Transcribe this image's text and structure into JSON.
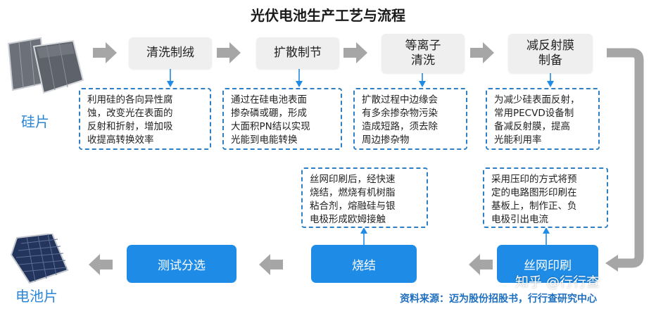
{
  "title": "光伏电池生产工艺与流程",
  "inputs": {
    "wafer_label": "硅片",
    "cell_label": "电池片"
  },
  "steps": {
    "texturing": "清洗制绒",
    "diffusion": "扩散制节",
    "plasma_line1": "等离子",
    "plasma_line2": "清洗",
    "coating_line1": "减反射膜",
    "coating_line2": "制备",
    "screen_print": "丝网印刷",
    "sintering": "烧结",
    "testing": "测试分选"
  },
  "notes": {
    "texturing": [
      "利用硅的各向异性腐",
      "蚀，改变光在表面的",
      "反射和折射，增加吸",
      "收提高转换效率"
    ],
    "diffusion": [
      "通过在硅电池表面",
      "掺杂磷或硼，形成",
      "大面积PN结以实现",
      "光能到电能转换"
    ],
    "plasma": [
      "扩散过程中边缘会",
      "有多余掺杂物污染",
      "造成短路，须去除",
      "周边掺杂物"
    ],
    "coating": [
      "为减少硅表面反射，",
      "常用PECVD设备制",
      "备减反射膜，提高",
      "光能利用率"
    ],
    "sintering": [
      "丝网印刷后，经快速",
      "烧结，燃烧有机树脂",
      "粘合剂，熔融硅与银",
      "电极形成欧姆接触"
    ],
    "screen_print": [
      "采用压印的方式将预",
      "定的电路图形印刷在",
      "基板上，制作正、负",
      "电极引出电流"
    ]
  },
  "source": "资料来源：迈为股份招股书，行行查研究中心",
  "watermark": "知乎 @行行查",
  "colors": {
    "accent": "#1e8be6",
    "note_border": "#2f7fc4",
    "arrow": "#a6a6a6",
    "step_bg": "#efefef"
  }
}
